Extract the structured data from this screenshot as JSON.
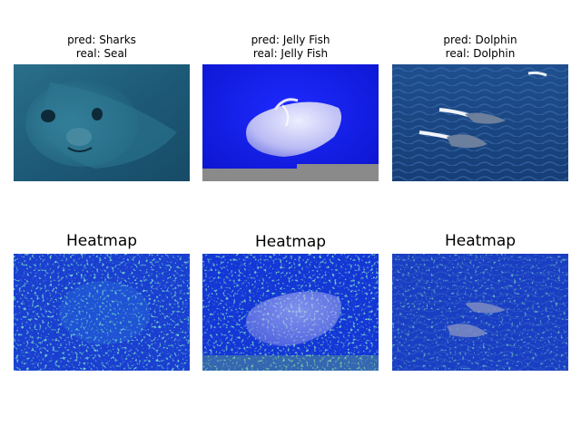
{
  "figure": {
    "panels": [
      {
        "pred_label": "pred: Sharks",
        "real_label": "real: Seal",
        "subject": "seal-photo"
      },
      {
        "pred_label": "pred: Jelly Fish",
        "real_label": "real: Jelly Fish",
        "subject": "jellyfish-photo"
      },
      {
        "pred_label": "pred: Dolphin",
        "real_label": "real: Dolphin",
        "subject": "dolphin-photo"
      }
    ],
    "heatmaps": [
      {
        "title": "Heatmap",
        "subject": "seal-heatmap"
      },
      {
        "title": "Heatmap",
        "subject": "jellyfish-heatmap"
      },
      {
        "title": "Heatmap",
        "subject": "dolphin-heatmap"
      }
    ]
  }
}
